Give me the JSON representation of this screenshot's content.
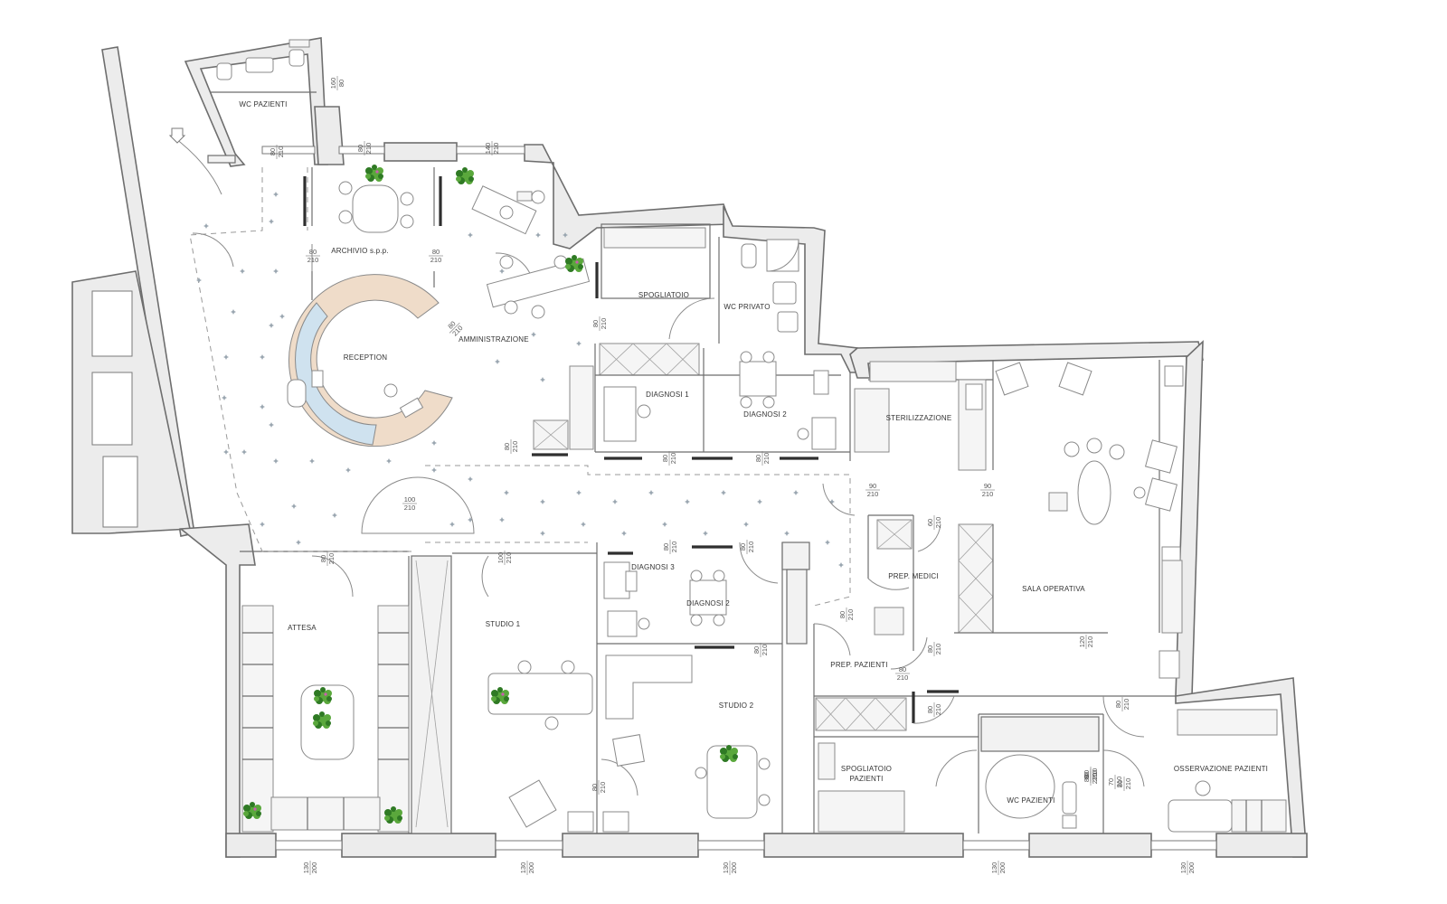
{
  "rooms": {
    "wc_pazienti_top": "WC PAZIENTI",
    "archivio": "ARCHIVIO s.p.p.",
    "reception": "RECEPTION",
    "amministrazione": "AMMINISTRAZIONE",
    "spogliatoio": "SPOGLIATOIO",
    "wc_privato": "WC PRIVATO",
    "diagnosi1": "DIAGNOSI 1",
    "diagnosi2_top": "DIAGNOSI 2",
    "sterilizzazione": "STERILIZZAZIONE",
    "attesa": "ATTESA",
    "studio1": "STUDIO 1",
    "diagnosi3": "DIAGNOSI 3",
    "diagnosi2_mid": "DIAGNOSI 2",
    "prep_medici": "PREP. MEDICI",
    "sala_operativa": "SALA OPERATIVA",
    "prep_pazienti": "PREP. PAZIENTI",
    "studio2": "STUDIO 2",
    "spogliatoio_pazienti_1": "SPOGLIATOIO",
    "spogliatoio_pazienti_2": "PAZIENTI",
    "wc_pazienti_bottom": "WC PAZIENTI",
    "osservazione": "OSSERVAZIONE PAZIENTI"
  },
  "dimensions": [
    {
      "w": "160",
      "h": "80"
    },
    {
      "w": "80",
      "h": "210"
    },
    {
      "w": "80",
      "h": "210"
    },
    {
      "w": "140",
      "h": "210"
    },
    {
      "w": "80",
      "h": "210"
    },
    {
      "w": "80",
      "h": "210"
    },
    {
      "w": "80",
      "h": "210"
    },
    {
      "w": "80",
      "h": "210"
    },
    {
      "w": "80",
      "h": "210"
    },
    {
      "w": "80",
      "h": "210"
    },
    {
      "w": "80",
      "h": "210"
    },
    {
      "w": "80",
      "h": "210"
    },
    {
      "w": "100",
      "h": "210"
    },
    {
      "w": "90",
      "h": "210"
    },
    {
      "w": "90",
      "h": "210"
    },
    {
      "w": "60",
      "h": "210"
    },
    {
      "w": "100",
      "h": "210"
    },
    {
      "w": "80",
      "h": "210"
    },
    {
      "w": "80",
      "h": "210"
    },
    {
      "w": "80",
      "h": "210"
    },
    {
      "w": "80",
      "h": "210"
    },
    {
      "w": "80",
      "h": "210"
    },
    {
      "w": "80",
      "h": "210"
    },
    {
      "w": "80",
      "h": "210"
    },
    {
      "w": "80",
      "h": "210"
    },
    {
      "w": "120",
      "h": "210"
    },
    {
      "w": "80",
      "h": "210"
    },
    {
      "w": "80",
      "h": "210"
    },
    {
      "w": "80",
      "h": "210"
    },
    {
      "w": "80",
      "h": "210"
    },
    {
      "w": "70",
      "h": "210"
    },
    {
      "w": "80",
      "h": "210"
    },
    {
      "w": "130",
      "h": "200"
    },
    {
      "w": "130",
      "h": "200"
    },
    {
      "w": "130",
      "h": "200"
    },
    {
      "w": "130",
      "h": "200"
    },
    {
      "w": "130",
      "h": "200"
    }
  ]
}
